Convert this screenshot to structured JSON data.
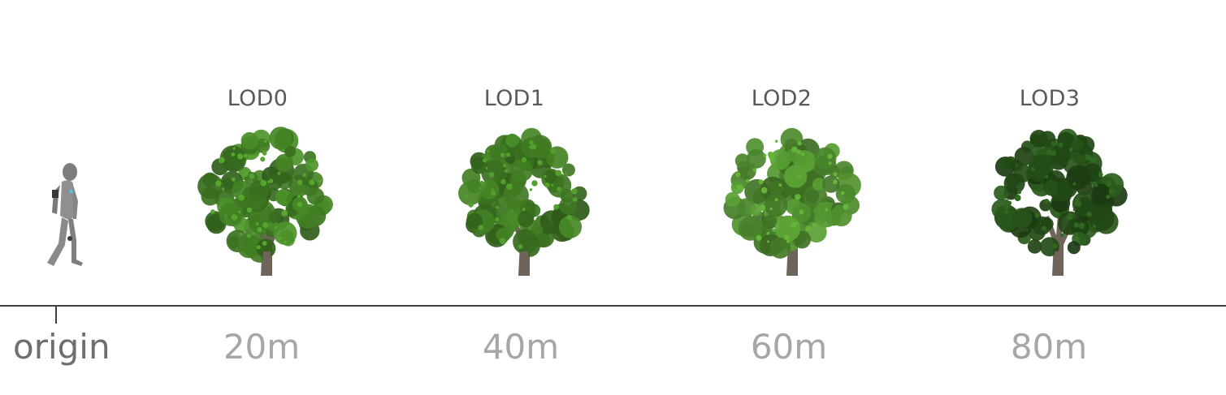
{
  "origin_label": "origin",
  "levels": [
    {
      "label": "LOD0",
      "distance": "20m",
      "foliage_color": "#3f7a22"
    },
    {
      "label": "LOD1",
      "distance": "40m",
      "foliage_color": "#3d7621"
    },
    {
      "label": "LOD2",
      "distance": "60m",
      "foliage_color": "#4a852b"
    },
    {
      "label": "LOD3",
      "distance": "80m",
      "foliage_color": "#244d17"
    }
  ],
  "colors": {
    "axis": "#404040",
    "lod_text": "#595959",
    "distance_text": "#a6a6a6",
    "origin_text": "#6e6e6e",
    "trunk": "#6e645a",
    "figure": "#8c8c8c"
  }
}
